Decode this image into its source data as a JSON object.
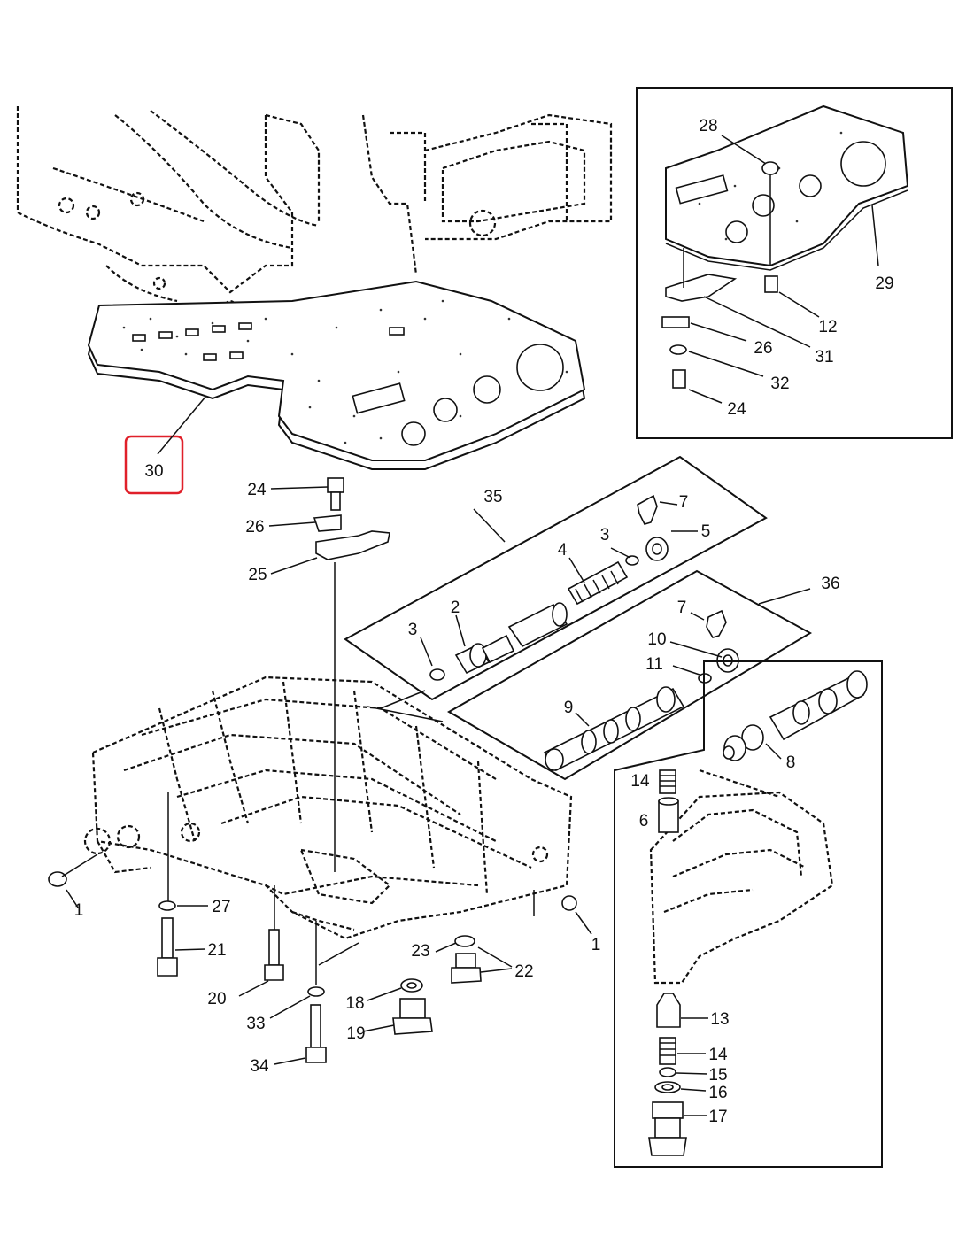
{
  "diagram": {
    "highlight_color": "#e0202a",
    "ink_color": "#111111",
    "highlighted_part": "30",
    "callouts": {
      "c30": "30",
      "c24a": "24",
      "c26a": "26",
      "c25": "25",
      "c35": "35",
      "c36": "36",
      "c7a": "7",
      "c5": "5",
      "c3a": "3",
      "c4": "4",
      "c2": "2",
      "c3b": "3",
      "c7b": "7",
      "c10": "10",
      "c11": "11",
      "c9": "9",
      "c8": "8",
      "c14a": "14",
      "c6": "6",
      "c13": "13",
      "c14b": "14",
      "c15": "15",
      "c16": "16",
      "c17": "17",
      "c1a": "1",
      "c27": "27",
      "c21": "21",
      "c20": "20",
      "c33": "33",
      "c34": "34",
      "c18": "18",
      "c19": "19",
      "c23": "23",
      "c22": "22",
      "c1b": "1",
      "c28": "28",
      "c29": "29",
      "c12": "12",
      "c26b": "26",
      "c31": "31",
      "c32": "32",
      "c24b": "24"
    }
  }
}
